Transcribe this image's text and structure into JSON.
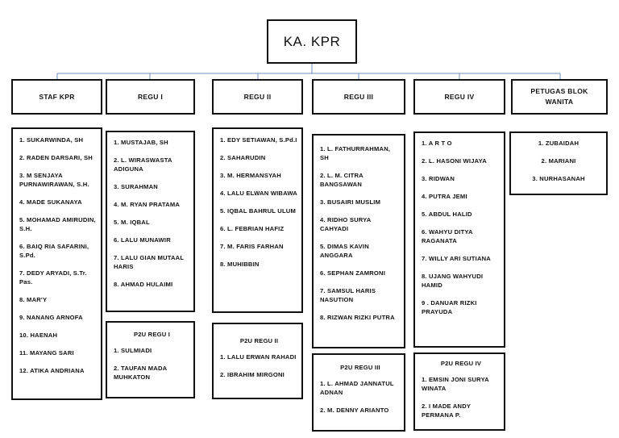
{
  "head": "KA. KPR",
  "units": [
    {
      "title": "STAF KPR",
      "members": [
        "1.  SUKARWINDA, SH",
        "2. RADEN DARSARI, SH",
        "3. M SENJAYA PURNAWIRAWAN, S.H.",
        "4. MADE SUKANAYA",
        "5. MOHAMAD AMIRUDIN, S.H.",
        "6. BAIQ RIA SAFARINI, S.Pd.",
        "7. DEDY ARYADI, S.Tr. Pas.",
        "8. MAR'Y",
        "9. NANANG ARNOFA",
        "10. HAENAH",
        "11. MAYANG SARI",
        "12. ATIKA ANDRIANA"
      ]
    },
    {
      "title": "REGU I",
      "members": [
        "1. MUSTAJAB, SH",
        "2. L. WIRASWASTA ADIGUNA",
        "3. SURAHMAN",
        "4. M. RYAN PRATAMA",
        "5. M. IQBAL",
        "6. LALU MUNAWIR",
        "7. LALU GIAN MUTAAL HARIS",
        "8. AHMAD HULAIMI"
      ],
      "p2u_title": "P2U REGU I",
      "p2u_members": [
        "1. SULMIADI",
        "2. TAUFAN MADA MUHKATON"
      ]
    },
    {
      "title": "REGU II",
      "members": [
        "1. EDY SETIAWAN, S.Pd.I",
        "2. SAHARUDIN",
        "3. M. HERMANSYAH",
        "4. LALU ELWAN WIBAWA",
        "5. IQBAL BAHRUL ULUM",
        "6. L. FEBRIAN HAFIZ",
        "7. M. FARIS FARHAN",
        "8. MUHIBBIN"
      ],
      "p2u_title": "P2U REGU II",
      "p2u_members": [
        "1. LALU ERWAN RAHADI",
        "2. IBRAHIM MIRGONI"
      ]
    },
    {
      "title": "REGU III",
      "members": [
        "1. L. FATHURRAHMAN, SH",
        "2. L. M. CITRA BANGSAWAN",
        "3. BUSAIRI MUSLIM",
        "4. RIDHO SURYA CAHYADI",
        "5. DIMAS KAVIN ANGGARA",
        "6. SEPHAN ZAMRONI",
        "7. SAMSUL HARIS NASUTION",
        "8. RIZWAN RIZKI PUTRA"
      ],
      "p2u_title": "P2U REGU III",
      "p2u_members": [
        "1. L. AHMAD JANNATUL ADNAN",
        "2. M. DENNY ARIANTO"
      ]
    },
    {
      "title": "REGU IV",
      "members": [
        "1. A R T O",
        "2. L. HASONI WIJAYA",
        "3. RIDWAN",
        "4. PUTRA JEMI",
        "5. ABDUL HALID",
        "6. WAHYU DITYA RAGANATA",
        "7. WILLY ARI SUTIANA",
        "8. UJANG WAHYUDI HAMID",
        "9 . DANUAR RIZKI PRAYUDA"
      ],
      "p2u_title": "P2U REGU IV",
      "p2u_members": [
        "1. EMSIN JONI SURYA WINATA",
        "2. I MADE ANDY PERMANA P."
      ]
    },
    {
      "title": "PETUGAS BLOK WANITA",
      "members": [
        "1. ZUBAIDAH",
        "2. MARIANI",
        "3. NURHASANAH"
      ]
    }
  ]
}
